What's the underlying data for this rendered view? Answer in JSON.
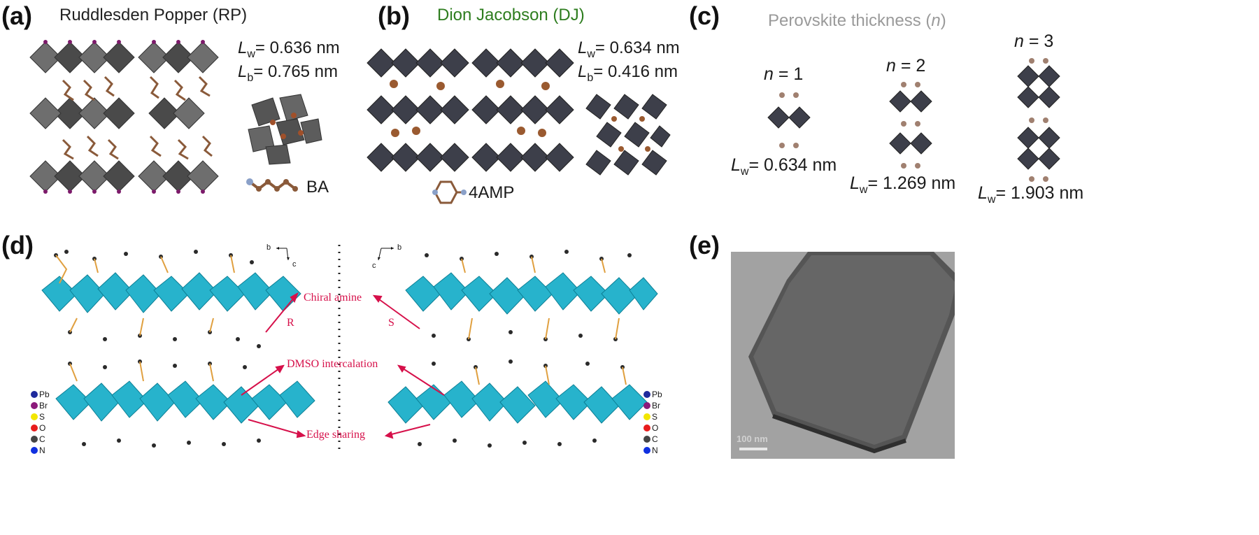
{
  "panels": {
    "a": {
      "label": "(a)",
      "title": "Ruddlesden Popper (RP)",
      "lw_var": "L",
      "lw_sub": "w",
      "lw_val": "= 0.636 nm",
      "lb_var": "L",
      "lb_sub": "b",
      "lb_val": "= 0.765 nm",
      "molecule": "BA"
    },
    "b": {
      "label": "(b)",
      "title": "Dion Jacobson (DJ)",
      "lw_var": "L",
      "lw_sub": "w",
      "lw_val": "= 0.634 nm",
      "lb_var": "L",
      "lb_sub": "b",
      "lb_val": "= 0.416 nm",
      "molecule": "4AMP"
    },
    "c": {
      "label": "(c)",
      "title_prefix": "Perovskite thickness (",
      "title_var": "n",
      "title_suffix": ")",
      "items": [
        {
          "n_var": "n",
          "n_val": " = 1",
          "lw_var": "L",
          "lw_sub": "w",
          "lw_val": "= 0.634 nm"
        },
        {
          "n_var": "n",
          "n_val": " = 2",
          "lw_var": "L",
          "lw_sub": "w",
          "lw_val": "= 1.269 nm"
        },
        {
          "n_var": "n",
          "n_val": " = 3",
          "lw_var": "L",
          "lw_sub": "w",
          "lw_val": "= 1.903 nm"
        }
      ]
    },
    "d": {
      "label": "(d)",
      "annotations": {
        "chiral": "Chiral amine",
        "r": "R",
        "s": "S",
        "dmso": "DMSO intercalation",
        "edge": "Edge sharing"
      },
      "axes_left": {
        "b": "b",
        "c": "c"
      },
      "axes_right": {
        "b": "b",
        "c": "c"
      },
      "legend": [
        {
          "el": "Pb",
          "color": "#1f2a9c"
        },
        {
          "el": "Br",
          "color": "#8b1a7a"
        },
        {
          "el": "S",
          "color": "#f2e600"
        },
        {
          "el": "O",
          "color": "#e81c1c"
        },
        {
          "el": "C",
          "color": "#444444"
        },
        {
          "el": "N",
          "color": "#1030e0"
        }
      ]
    },
    "e": {
      "label": "(e)",
      "scale_bar": "100 nm"
    }
  },
  "colors": {
    "octahedron_dark": "#3d3f4a",
    "octahedron_grey": "#7a7a7a",
    "halide": "#7c1a6a",
    "carbon": "#8a5a3a",
    "teal": "#27b3cc",
    "annotation": "#d6104a",
    "dj_title": "#2e7d1f",
    "c_title": "#9a9a9a"
  }
}
